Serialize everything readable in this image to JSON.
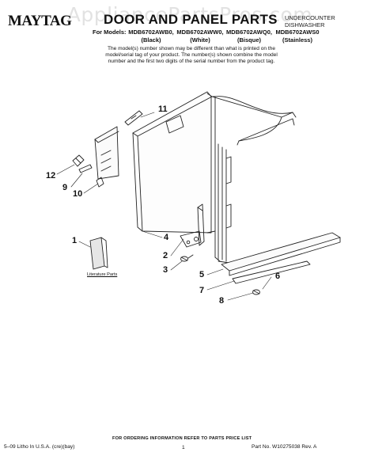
{
  "watermark": "AppliancePartsPros.com",
  "header": {
    "brand": "MAYTAG",
    "title": "DOOR AND PANEL PARTS",
    "product_type_line1": "UNDERCOUNTER",
    "product_type_line2": "DISHWASHER",
    "models_label": "For Models:",
    "models": [
      {
        "number": "MDB6702AWB0,",
        "color": "(Black)"
      },
      {
        "number": "MDB6702AWW0,",
        "color": "(White)"
      },
      {
        "number": "MDB6702AWQ0,",
        "color": "(Bisque)"
      },
      {
        "number": "MDB6702AWS0",
        "color": "(Stainless)"
      }
    ],
    "note_line1": "The model(s) number shown may be different than what is printed on the",
    "note_line2": "model/serial tag of your product. The number(s) shown combine the model",
    "note_line3": "number and the first two digits of the serial number from the product tag."
  },
  "callouts": {
    "c1": "1",
    "c2": "2",
    "c3": "3",
    "c4": "4",
    "c5": "5",
    "c6": "6",
    "c7": "7",
    "c8": "8",
    "c9": "9",
    "c10": "10",
    "c11": "11",
    "c12": "12"
  },
  "literature_label": "Literature Parts",
  "footer": {
    "ordering_info": "FOR ORDERING INFORMATION REFER TO PARTS PRICE LIST",
    "litho": "5–09 Litho In U.S.A. (cre)(bay)",
    "page": "1",
    "part_no": "Part No. W10275038 Rev. A"
  }
}
